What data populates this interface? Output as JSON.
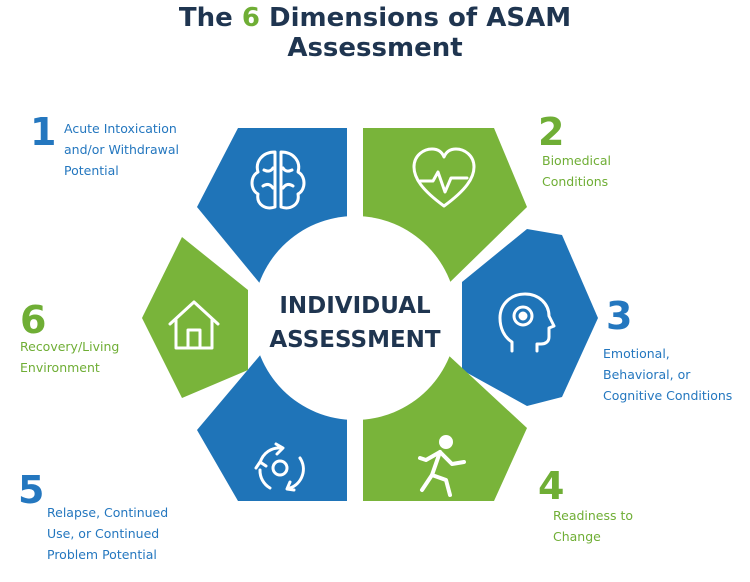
{
  "title": {
    "prefix": "The ",
    "number": "6",
    "rest": " Dimensions of ASAM",
    "line2": "Assessment"
  },
  "center": {
    "line1": "INDIVIDUAL",
    "line2": "ASSESSMENT"
  },
  "dimensions": [
    {
      "number": "1",
      "lines": [
        "Acute Intoxication",
        "and/or Withdrawal",
        "Potential"
      ],
      "icon": "brain-icon",
      "color": "blue"
    },
    {
      "number": "2",
      "lines": [
        "Biomedical",
        "Conditions"
      ],
      "icon": "heart-pulse-icon",
      "color": "green"
    },
    {
      "number": "3",
      "lines": [
        "Emotional,",
        "Behavioral, or",
        "Cognitive Conditions"
      ],
      "icon": "head-mind-icon",
      "color": "blue"
    },
    {
      "number": "4",
      "lines": [
        "Readiness to",
        "Change"
      ],
      "icon": "running-person-icon",
      "color": "green"
    },
    {
      "number": "5",
      "lines": [
        "Relapse, Continued",
        "Use, or Continued",
        "Problem Potential"
      ],
      "icon": "relapse-cycle-icon",
      "color": "blue"
    },
    {
      "number": "6",
      "lines": [
        "Recovery/Living",
        "Environment"
      ],
      "icon": "house-icon",
      "color": "green"
    }
  ],
  "colors": {
    "blue": "#1f74b8",
    "green": "#79b43a",
    "navy": "#1f3550"
  }
}
